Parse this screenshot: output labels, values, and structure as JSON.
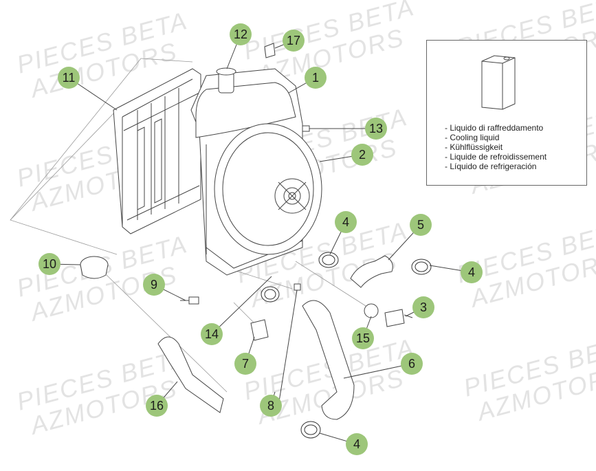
{
  "watermark": {
    "line1": "PIECES BETA",
    "line2": "AZMOTORS"
  },
  "callouts": [
    "1",
    "2",
    "3",
    "4",
    "4",
    "4",
    "5",
    "6",
    "7",
    "8",
    "9",
    "10",
    "11",
    "12",
    "13",
    "14",
    "15",
    "16",
    "17"
  ],
  "legend": {
    "items": [
      "- Liquido di raffreddamento",
      "- Cooling liquid",
      "- Kühlflüssigkeit",
      "- Liquide de refroidissement",
      "- Líquido de refrigeración"
    ]
  },
  "colors": {
    "callout_fill": "#9dc67a",
    "line": "#555555",
    "watermark": "#e3e3e3"
  }
}
